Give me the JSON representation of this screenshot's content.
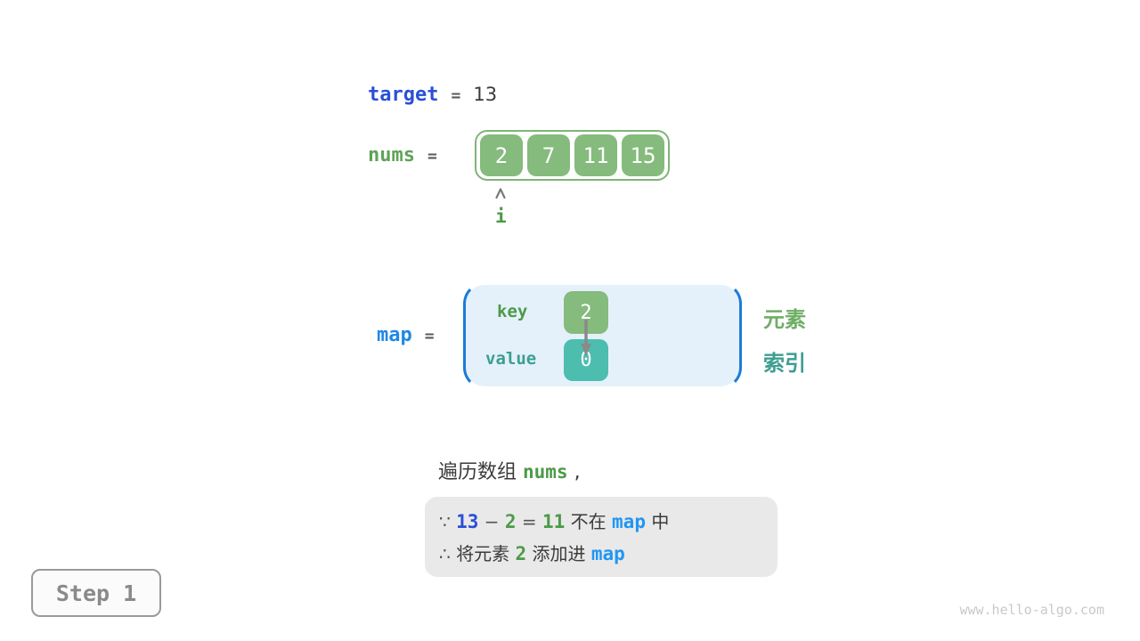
{
  "page": {
    "watermark": "www.hello-algo.com",
    "background": "#ffffff"
  },
  "colors": {
    "royal_blue": "#2B4FD7",
    "sky_blue": "#2196F3",
    "bracket_blue": "#1C7CD6",
    "map_fill": "#E4F1FA",
    "cell_green": "#85BB7C",
    "array_border_green": "#7FB577",
    "code_green": "#4C9A48",
    "label_green": "#5FA357",
    "element_green": "#6FAE66",
    "cell_teal": "#4DBDB0",
    "text_teal": "#3D9E92",
    "note_box_gray": "#E9E9E9",
    "text_dark": "#3A3A3A",
    "arrow_gray": "#7A7A7A"
  },
  "target_row": {
    "label": "target",
    "equals": "=",
    "value": "13"
  },
  "nums_row": {
    "label": "nums",
    "equals": "=",
    "cells": [
      "2",
      "7",
      "11",
      "15"
    ],
    "pointer_label": "i"
  },
  "map_row": {
    "label": "map",
    "equals": "=",
    "key_label": "key",
    "value_label": "value",
    "key_cell": "2",
    "value_cell": "0",
    "element_label": "元素",
    "index_label": "索引"
  },
  "caption": {
    "segments": [
      {
        "t": "遍历数组 ",
        "cls": "plain"
      },
      {
        "t": "nums",
        "cls": "code-green"
      },
      {
        "t": " ,",
        "cls": "plain"
      }
    ]
  },
  "note_box": {
    "line1": [
      {
        "t": "∵ ",
        "cls": "op"
      },
      {
        "t": "13",
        "cls": "code-royal"
      },
      {
        "t": " − ",
        "cls": "op"
      },
      {
        "t": "2",
        "cls": "code-green"
      },
      {
        "t": " = ",
        "cls": "op"
      },
      {
        "t": "11",
        "cls": "code-green"
      },
      {
        "t": " 不在 ",
        "cls": "plain"
      },
      {
        "t": "map",
        "cls": "code-sky"
      },
      {
        "t": " 中",
        "cls": "plain"
      }
    ],
    "line2": [
      {
        "t": "∴ ",
        "cls": "op"
      },
      {
        "t": "将元素 ",
        "cls": "plain"
      },
      {
        "t": "2",
        "cls": "code-green"
      },
      {
        "t": " 添加进 ",
        "cls": "plain"
      },
      {
        "t": "map",
        "cls": "code-sky"
      }
    ]
  },
  "step_badge": {
    "label": "Step 1"
  }
}
